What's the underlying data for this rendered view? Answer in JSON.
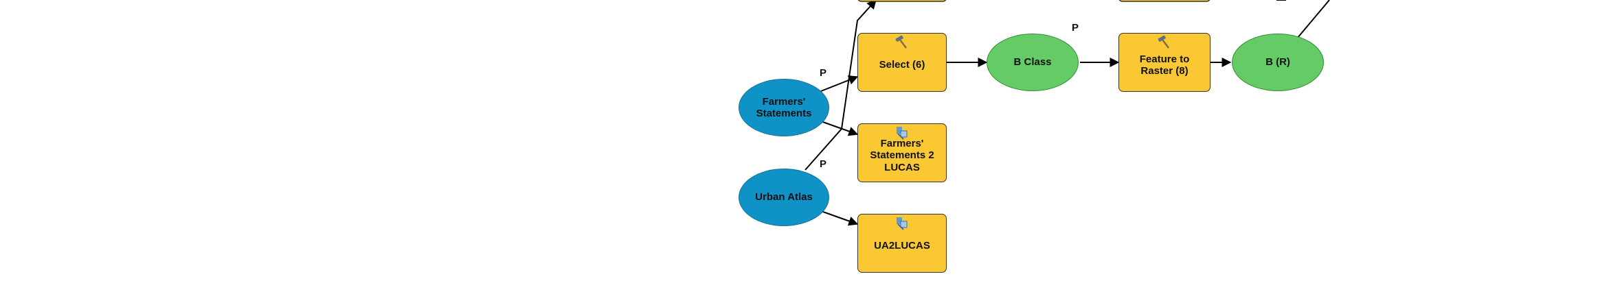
{
  "diagram": {
    "tools": {
      "select6": "Select (6)",
      "farmers2lucas": "Farmers' Statements 2 LUCAS",
      "ua2lucas": "UA2LUCAS",
      "feature2raster": "Feature to Raster (8)"
    },
    "data": {
      "farmers": "Farmers' Statements",
      "urban_atlas": "Urban Atlas",
      "b_class": "B Class",
      "b_r": "B (R)"
    },
    "parameter_tag": "P",
    "colors": {
      "tool_fill": "#f9c833",
      "data_fill": "#0f93c7",
      "derived_fill": "#65cb66",
      "line": "#000000"
    },
    "icons": {
      "tool": "hammer-icon",
      "script": "script-tool-icon"
    }
  }
}
